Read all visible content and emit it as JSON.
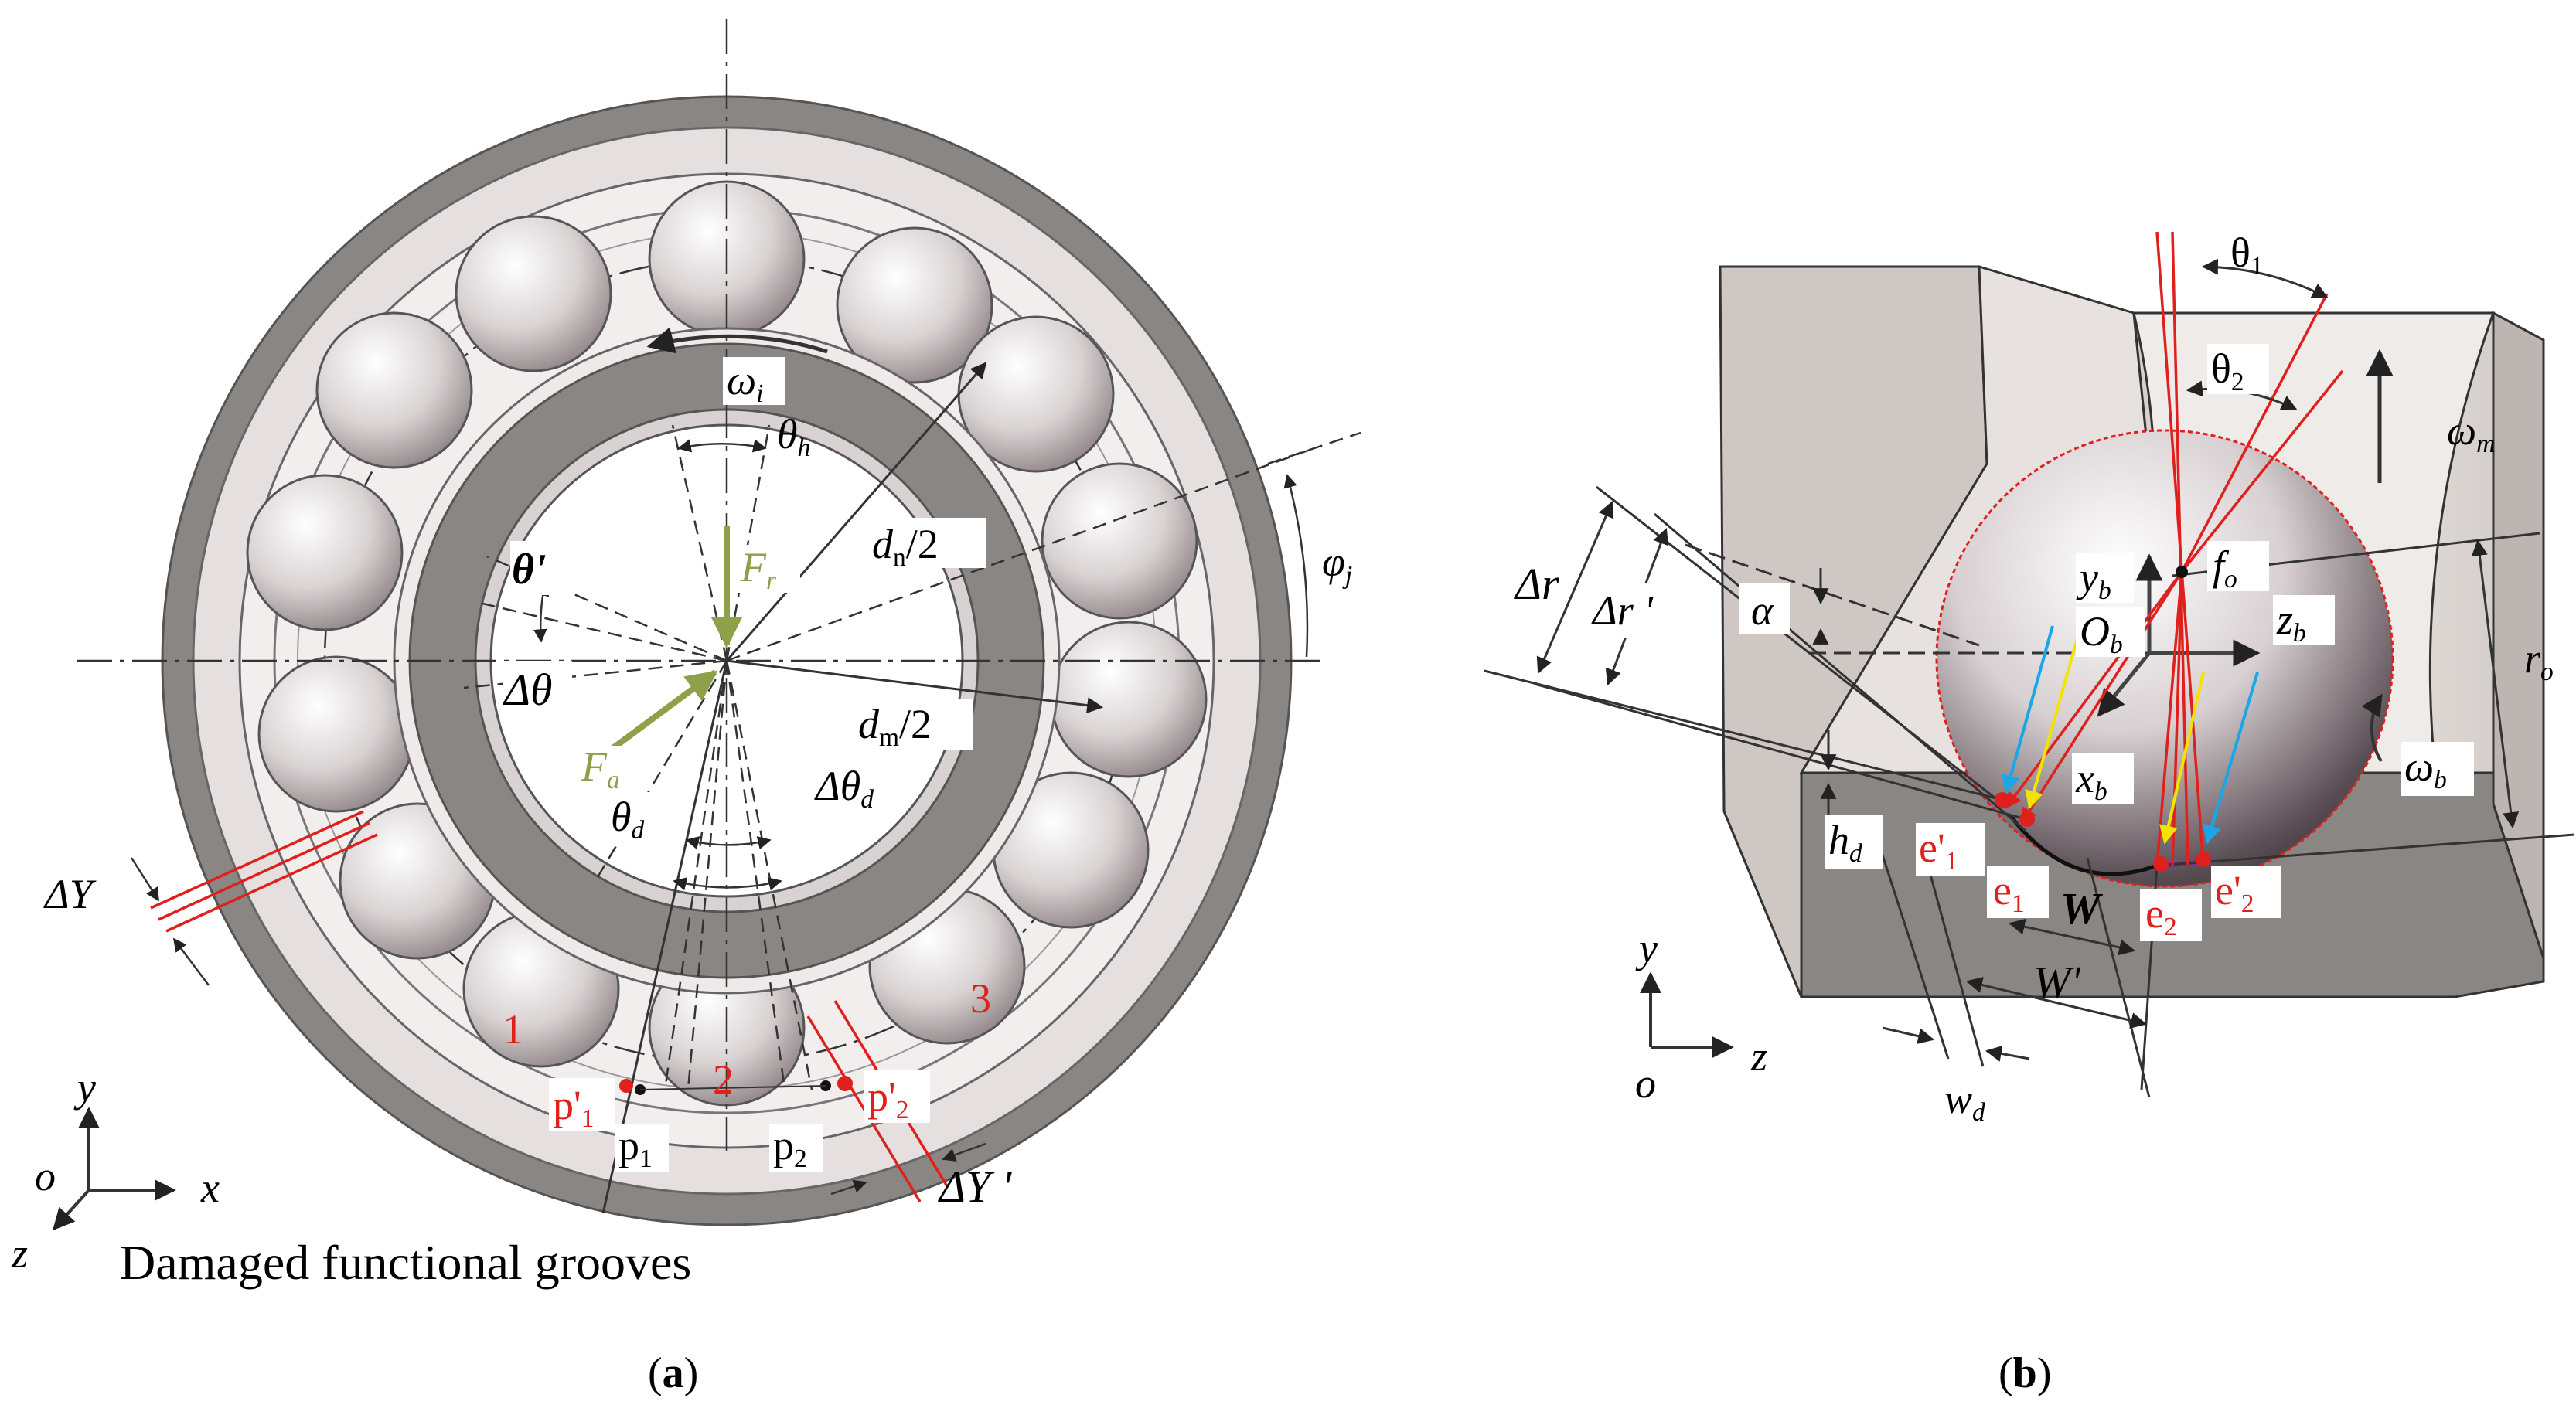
{
  "panel_a": {
    "caption_open": "(",
    "caption_letter": "a",
    "caption_close": ")",
    "damage_text": "Damaged functional grooves",
    "omega_i": {
      "sym": "ω",
      "sub": "i"
    },
    "theta_h": {
      "sym": "θ",
      "sub": "h"
    },
    "theta_prime": "θ'",
    "Fr": {
      "sym": "F",
      "sub": "r"
    },
    "Fa": {
      "sym": "F",
      "sub": "a"
    },
    "dn": {
      "sym": "d",
      "sub": "n",
      "tail": "/2"
    },
    "dm": {
      "sym": "d",
      "sub": "m",
      "tail": "/2"
    },
    "phi_j": {
      "sym": "φ",
      "sub": "j"
    },
    "delta_theta": "Δθ",
    "theta_d": {
      "sym": "θ",
      "sub": "d"
    },
    "delta_theta_d": {
      "sym": "Δθ",
      "sub": "d"
    },
    "delta_Y": "ΔY",
    "delta_Y_prime": "ΔY '",
    "ball_1": "1",
    "ball_2": "2",
    "ball_3": "3",
    "p1_prime": {
      "sym": "p'",
      "sub": "1"
    },
    "p2_prime": {
      "sym": "p'",
      "sub": "2"
    },
    "p1": {
      "sym": "p",
      "sub": "1"
    },
    "p2": {
      "sym": "p",
      "sub": "2"
    },
    "axis_y": "y",
    "axis_x": "x",
    "axis_z": "z",
    "axis_o": "o"
  },
  "panel_b": {
    "caption_open": "(",
    "caption_letter": "b",
    "caption_close": ")",
    "theta1": {
      "sym": "θ",
      "sub": "1"
    },
    "theta2": {
      "sym": "θ",
      "sub": "2"
    },
    "omega_m": {
      "sym": "ω",
      "sub": "m"
    },
    "omega_b": {
      "sym": "ω",
      "sub": "b"
    },
    "delta_r": "Δr",
    "delta_r_prime": "Δr '",
    "alpha": "α",
    "yb": {
      "sym": "y",
      "sub": "b"
    },
    "Ob": {
      "sym": "O",
      "sub": "b"
    },
    "fo": {
      "sym": "f",
      "sub": "o"
    },
    "zb": {
      "sym": "z",
      "sub": "b"
    },
    "xb": {
      "sym": "x",
      "sub": "b"
    },
    "ro": {
      "sym": "r",
      "sub": "o"
    },
    "hd": {
      "sym": "h",
      "sub": "d"
    },
    "e1_prime": {
      "sym": "e'",
      "sub": "1"
    },
    "e1": {
      "sym": "e",
      "sub": "1"
    },
    "e2": {
      "sym": "e",
      "sub": "2"
    },
    "e2_prime": {
      "sym": "e'",
      "sub": "2"
    },
    "W": "W",
    "W_prime": "W'",
    "wd": {
      "sym": "w",
      "sub": "d"
    },
    "axis_y": "y",
    "axis_z": "z",
    "axis_o": "o"
  },
  "colors": {
    "red": "#e0201c",
    "olive": "#8ea04a",
    "cyan": "#1aa7e8",
    "yellow": "#f2e400",
    "purple": "#7a2d8f",
    "housing": "#8a8683",
    "ball": "#d9d3d4"
  }
}
